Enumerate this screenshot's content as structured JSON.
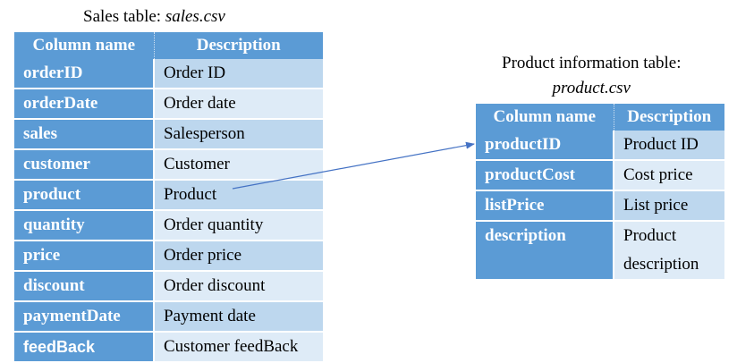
{
  "sales_caption": {
    "prefix": "Sales table: ",
    "file": "sales.csv"
  },
  "product_caption": {
    "line1": "Product information table:",
    "file": "product.csv"
  },
  "sales_table": {
    "headers": [
      "Column name",
      "Description"
    ],
    "rows": [
      {
        "name": "orderID",
        "desc": "Order ID"
      },
      {
        "name": "orderDate",
        "desc": "Order date"
      },
      {
        "name": "sales",
        "desc": "Salesperson"
      },
      {
        "name": "customer",
        "desc": "Customer"
      },
      {
        "name": "product",
        "desc": "Product"
      },
      {
        "name": "quantity",
        "desc": "Order quantity"
      },
      {
        "name": "price",
        "desc": "Order price"
      },
      {
        "name": "discount",
        "desc": "Order discount"
      },
      {
        "name": "paymentDate",
        "desc": "Payment date"
      },
      {
        "name": "feedBack",
        "desc": "Customer feedBack"
      }
    ]
  },
  "product_table": {
    "headers": [
      "Column name",
      "Description"
    ],
    "rows": [
      {
        "name": "productID",
        "desc": "Product ID"
      },
      {
        "name": "productCost",
        "desc": "Cost price"
      },
      {
        "name": "listPrice",
        "desc": "List price"
      },
      {
        "name": "description",
        "desc_lines": [
          "Product",
          "description"
        ]
      }
    ]
  },
  "colors": {
    "header_bg": "#5b9bd5",
    "row_light": "#deebf7",
    "row_mid": "#bdd7ee",
    "arrow": "#4472c4"
  }
}
